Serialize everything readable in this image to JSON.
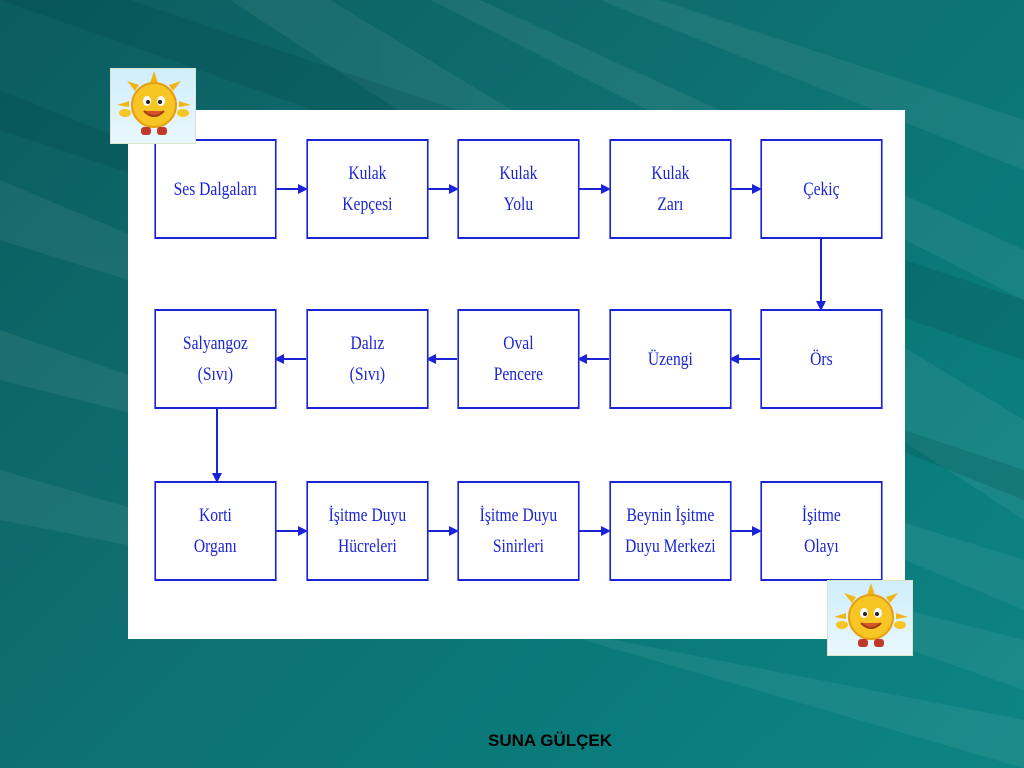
{
  "diagram": {
    "rows": [
      [
        {
          "id": "ses-dalgalari",
          "label": "Ses Dalgaları"
        },
        {
          "id": "kulak-kepcesi",
          "label": "Kulak\nKepçesi"
        },
        {
          "id": "kulak-yolu",
          "label": "Kulak\nYolu"
        },
        {
          "id": "kulak-zari",
          "label": "Kulak\nZarı"
        },
        {
          "id": "cekic",
          "label": "Çekiç"
        }
      ],
      [
        {
          "id": "salyangoz",
          "label": "Salyangoz\n(Sıvı)"
        },
        {
          "id": "daliz",
          "label": "Dalız\n(Sıvı)"
        },
        {
          "id": "oval-pencere",
          "label": "Oval\nPencere"
        },
        {
          "id": "uzengi",
          "label": "Üzengi"
        },
        {
          "id": "ors",
          "label": "Örs"
        }
      ],
      [
        {
          "id": "korti-organi",
          "label": "Korti\nOrganı"
        },
        {
          "id": "isitme-duyu-hucreleri",
          "label": "İşitme Duyu\nHücreleri"
        },
        {
          "id": "isitme-duyu-sinirleri",
          "label": "İşitme Duyu\nSinirleri"
        },
        {
          "id": "beyin-isitme-merkezi",
          "label": "Beynin İşitme\nDuyu Merkezi"
        },
        {
          "id": "isitme-olayi",
          "label": "İşitme\nOlayı"
        }
      ]
    ],
    "colors": {
      "box_border": "#1a24d6",
      "arrow": "#1a24d6",
      "text": "#1a24d6"
    }
  },
  "decorations": {
    "top_left_icon": "sun-mascot-icon",
    "bottom_right_icon": "sun-mascot-icon"
  },
  "footer": {
    "author": "SUNA GÜLÇEK"
  }
}
